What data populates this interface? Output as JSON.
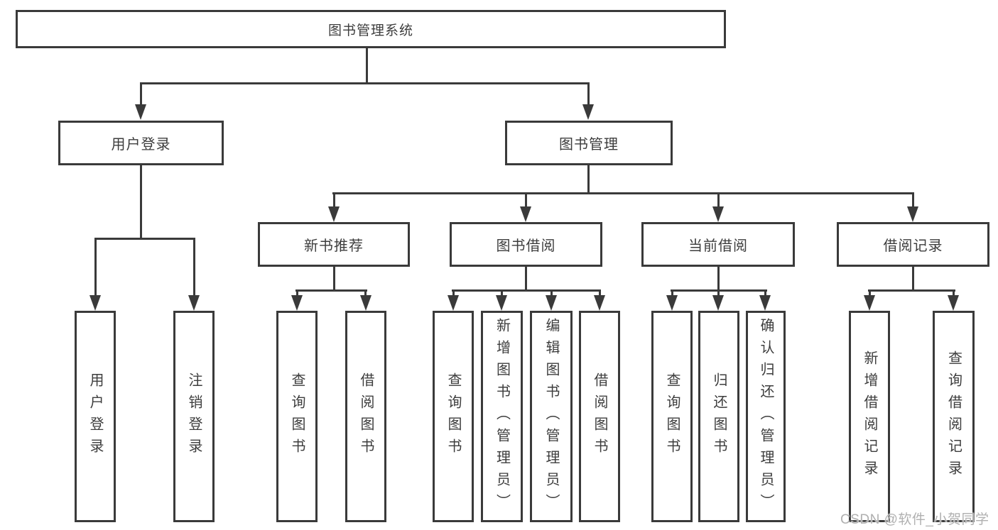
{
  "diagram": {
    "title_node": {
      "label": "图书管理系统"
    },
    "level2": [
      {
        "label": "用户登录"
      },
      {
        "label": "图书管理"
      }
    ],
    "level3": [
      {
        "label": "新书推荐",
        "parent": "图书管理"
      },
      {
        "label": "图书借阅",
        "parent": "图书管理"
      },
      {
        "label": "当前借阅",
        "parent": "图书管理"
      },
      {
        "label": "借阅记录",
        "parent": "图书管理"
      }
    ],
    "leaves": [
      {
        "label": "用户登录",
        "parent": "用户登录"
      },
      {
        "label": "注销登录",
        "parent": "用户登录"
      },
      {
        "label": "查询图书",
        "parent": "新书推荐"
      },
      {
        "label": "借阅图书",
        "parent": "新书推荐"
      },
      {
        "label": "查询图书",
        "parent": "图书借阅"
      },
      {
        "label": "新增图书（管理员）",
        "parent": "图书借阅"
      },
      {
        "label": "编辑图书（管理员）",
        "parent": "图书借阅"
      },
      {
        "label": "借阅图书",
        "parent": "图书借阅"
      },
      {
        "label": "查询图书",
        "parent": "当前借阅"
      },
      {
        "label": "归还图书",
        "parent": "当前借阅"
      },
      {
        "label": "确认归还（管理员）",
        "parent": "当前借阅"
      },
      {
        "label": "新增借阅记录",
        "parent": "借阅记录"
      },
      {
        "label": "查询借阅记录",
        "parent": "借阅记录"
      }
    ],
    "watermark": "CSDN @软件_小贺同学",
    "colors": {
      "line": "#3a3a3a",
      "text": "#3d3d3d",
      "box_background": "#ffffff",
      "page_background": "#ffffff",
      "watermark": "#b0b0b0"
    }
  }
}
